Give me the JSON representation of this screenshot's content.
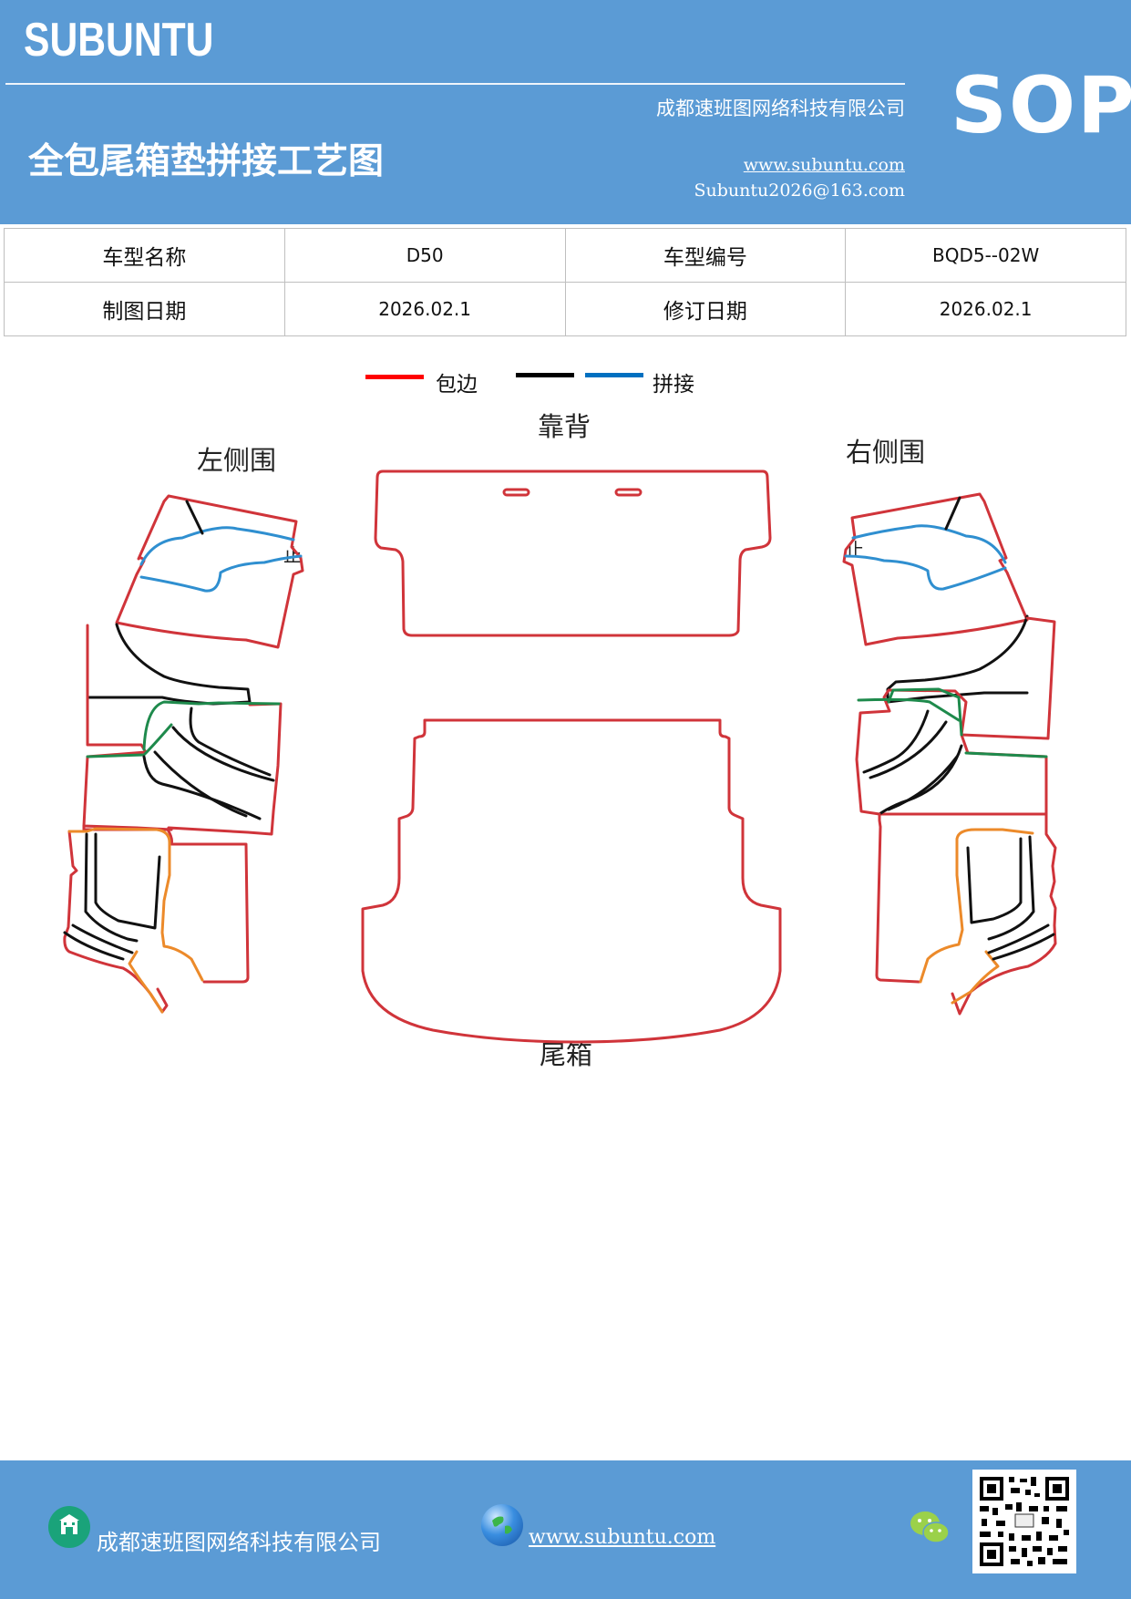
{
  "header": {
    "brand": "SUBUNTU",
    "doc_title": "全包尾箱垫拼接工艺图",
    "company": "成都速班图网络科技有限公司",
    "website": "www.subuntu.com",
    "email": "Subuntu2026@163.com",
    "sop": "SOP"
  },
  "info_table": {
    "model_name_label": "车型名称",
    "model_name_value": "D50",
    "model_code_label": "车型编号",
    "model_code_value": "BQD5--02W",
    "draw_date_label": "制图日期",
    "draw_date_value": "2026.02.1",
    "revise_date_label": "修订日期",
    "revise_date_value": "2026.02.1"
  },
  "legend": {
    "wrap_label": "包边",
    "splice_label": "拼接",
    "colors": {
      "wrap": "#ff0000",
      "black": "#000000",
      "splice": "#0070c0"
    }
  },
  "diagram": {
    "back_label": "靠背",
    "left_side_label": "左侧围",
    "right_side_label": "右侧围",
    "trunk_label": "尾箱",
    "stop_mark": "止",
    "colors": {
      "outline": "#d0343a",
      "blue": "#2f8fd0",
      "green": "#1e8a4c",
      "orange": "#ec8a2a",
      "black": "#111111"
    }
  },
  "footer": {
    "company": "成都速班图网络科技有限公司",
    "website": "www.subuntu.com"
  }
}
